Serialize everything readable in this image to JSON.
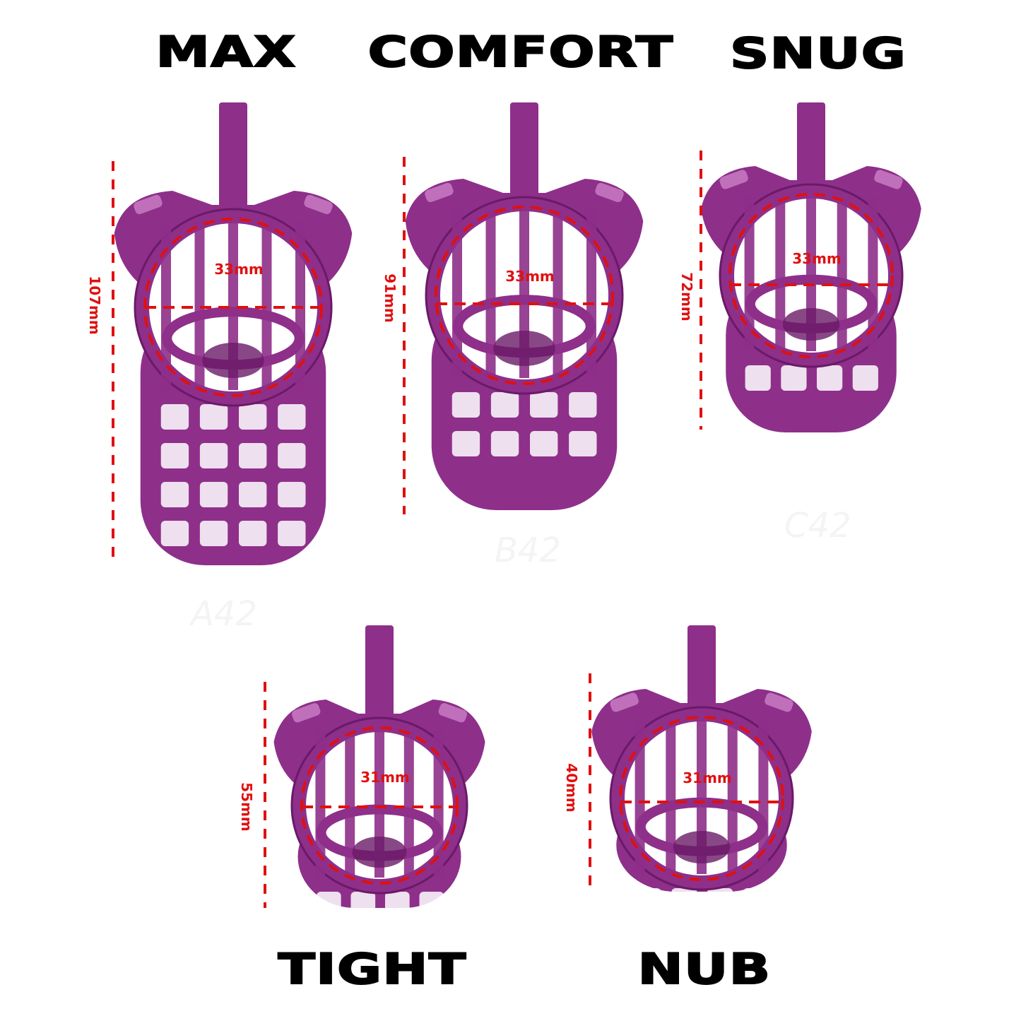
{
  "sizes": [
    {
      "name": "MAX",
      "length": "107mm",
      "diameter": "33mm",
      "watermark": "A42"
    },
    {
      "name": "COMFORT",
      "length": "91mm",
      "diameter": "33mm",
      "watermark": "B42"
    },
    {
      "name": "SNUG",
      "length": "72mm",
      "diameter": "33mm",
      "watermark": "C42"
    },
    {
      "name": "TIGHT",
      "length": "55mm",
      "diameter": "31mm"
    },
    {
      "name": "NUB",
      "length": "40mm",
      "diameter": "31mm"
    }
  ],
  "colors": {
    "product": "#8e2f8a",
    "product_dark": "#6a1a68",
    "highlight": "#c070bb",
    "dimension": "#e01010",
    "title": "#000000"
  }
}
